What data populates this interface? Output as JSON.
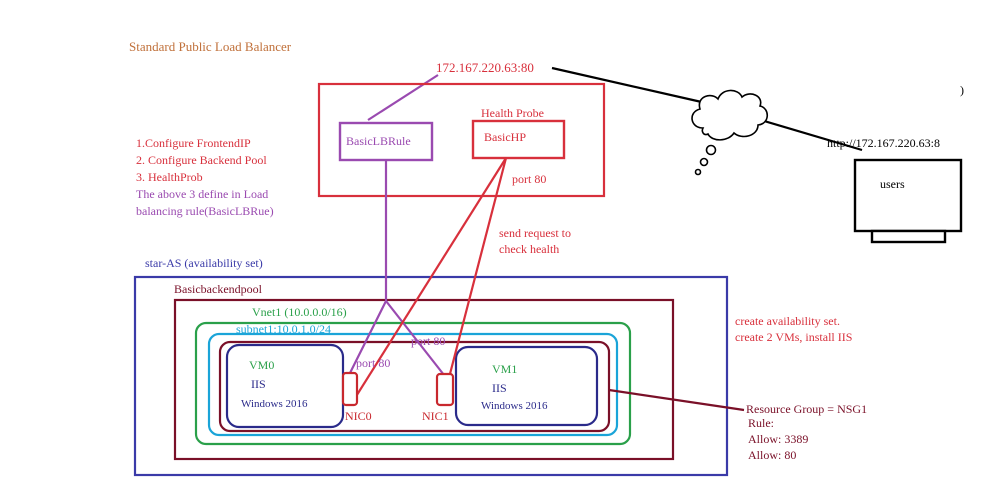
{
  "colors": {
    "title_orange": "#c0703a",
    "lb_red": "#d8303c",
    "rule_purple": "#9a4ab0",
    "outer_blue": "#3a3aa8",
    "pool_maroon": "#7a1028",
    "vnet_green": "#2aa04a",
    "subnet_cyan": "#1aa4d8",
    "vm_navy": "#2a2a8a",
    "nic_red": "#c8282e",
    "black": "#000000"
  },
  "icons": {
    "internet": "cloud-icon",
    "users": "monitor-icon"
  },
  "title": "Standard Public Load Balancer",
  "frontend_ip": "172.167.220.63:80",
  "steps": {
    "line1": "1.Configure FrontendIP",
    "line2": "2. Configure Backend Pool",
    "line3": "3. HealthProb",
    "note1": "The above 3 define in Load",
    "note2": "balancing rule(BasicLBRue)"
  },
  "health_probe": {
    "label": "Health Probe",
    "name": "BasicHP",
    "port": "port 80",
    "action1": "send request to",
    "action2": "check health"
  },
  "lb_rule": "BasicLBRule",
  "users": {
    "url": "http://172.167.220.63:8",
    "label": "users",
    "edge_glyph": ")"
  },
  "availability_set": "star-AS (availability set)",
  "backend_pool": "Basicbackendpool",
  "vnet": "Vnet1 (10.0.0.0/16)",
  "subnet": "subnet1:10.0.1.0/24",
  "vm0": {
    "name": "VM0",
    "app": "IIS",
    "os": "Windows 2016",
    "nic": "NIC0",
    "port": "port 80"
  },
  "vm1": {
    "name": "VM1",
    "app": "IIS",
    "os": "Windows 2016",
    "nic": "NIC1",
    "port": "port 80"
  },
  "instructions": {
    "line1": "create availability set.",
    "line2": "create 2 VMs, install IIS"
  },
  "nsg": {
    "title": "Resource Group = NSG1",
    "rule_label": "Rule:",
    "allow1": "Allow: 3389",
    "allow2": "Allow: 80"
  }
}
